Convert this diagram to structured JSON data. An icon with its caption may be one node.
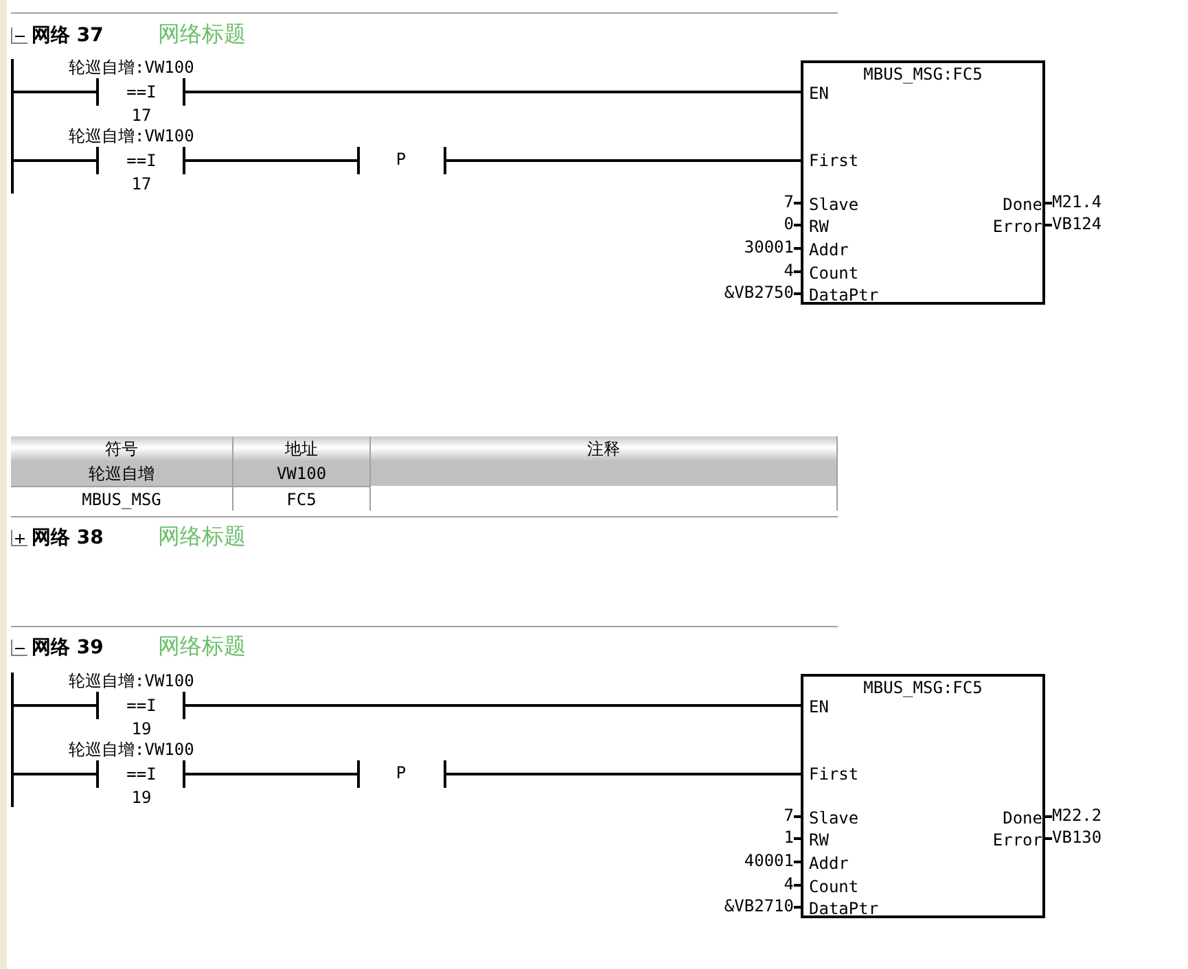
{
  "diagram": {
    "nodes": [
      {
        "text": [],
        "shape": "bar"
      },
      {
        "text": [
          "轮巡自增:VW100",
          "==I",
          "17"
        ]
      },
      {
        "text": [
          "轮巡自增:VW100",
          "==I",
          "17"
        ]
      },
      {
        "text": [
          "P"
        ]
      },
      {
        "text": [
          "MBUS_MSG:FC5",
          "EN",
          "First",
          "Slave",
          "RW",
          "Addr",
          "Count",
          "DataPtr",
          "Done",
          "Error"
        ],
        "beside": [
          "7",
          "0",
          "30001",
          "4",
          "&VB2750",
          "M21.4",
          "VB124"
        ]
      },
      {
        "text": [],
        "shape": "bar"
      },
      {
        "text": [
          "轮巡自增:VW100",
          "==I",
          "19"
        ]
      },
      {
        "text": [
          "轮巡自增:VW100",
          "==I",
          "19"
        ]
      },
      {
        "text": [
          "P"
        ]
      },
      {
        "text": [
          "MBUS_MSG:FC5",
          "EN",
          "First",
          "Slave",
          "RW",
          "Addr",
          "Count",
          "DataPtr",
          "Done",
          "Error"
        ],
        "beside": [
          "7",
          "1",
          "40001",
          "4",
          "&VB2710",
          "M22.2",
          "VB130"
        ]
      }
    ],
    "edges": [
      {
        "from": 0,
        "to": 1,
        "arrow": "none"
      },
      {
        "from": 1,
        "to": 4,
        "arrow": "none"
      },
      {
        "from": 0,
        "to": 2,
        "arrow": "none"
      },
      {
        "from": 2,
        "to": 3,
        "arrow": "none"
      },
      {
        "from": 3,
        "to": 4,
        "arrow": "none"
      },
      {
        "from": 5,
        "to": 6,
        "arrow": "none"
      },
      {
        "from": 6,
        "to": 9,
        "arrow": "none"
      },
      {
        "from": 5,
        "to": 7,
        "arrow": "none"
      },
      {
        "from": 7,
        "to": 8,
        "arrow": "none"
      },
      {
        "from": 8,
        "to": 9,
        "arrow": "none"
      }
    ],
    "labels": [
      "网络 37",
      "网络标题",
      "符号",
      "地址",
      "注释",
      "轮巡自增",
      "VW100",
      "MBUS_MSG",
      "FC5",
      "网络 38",
      "网络标题",
      "网络 39",
      "网络标题"
    ]
  }
}
